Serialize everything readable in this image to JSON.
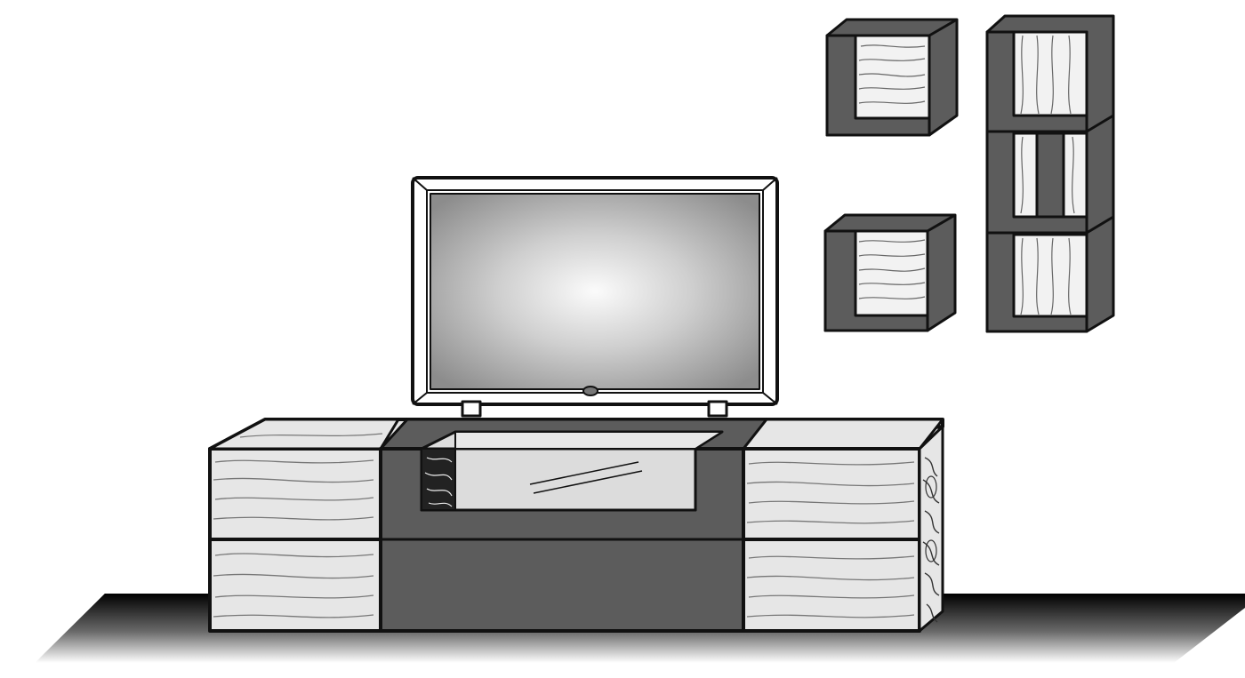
{
  "scene": {
    "colors": {
      "background": "#ffffff",
      "outline": "#111111",
      "cabinet_dark": "#5c5c5c",
      "wood_light": "#e6e6e6",
      "wood_grain": "#777777",
      "glass": "#dcdcdc",
      "screen_center": "#f8f8f8",
      "screen_edge": "#8a8a8a",
      "floor_dark": "#0a0a0a",
      "floor_light": "#ffffff"
    },
    "objects": {
      "floor": "floor",
      "tv": "television",
      "tv_stand": "tv-stand",
      "wall_cubes": "wall-shelf-cubes"
    }
  }
}
